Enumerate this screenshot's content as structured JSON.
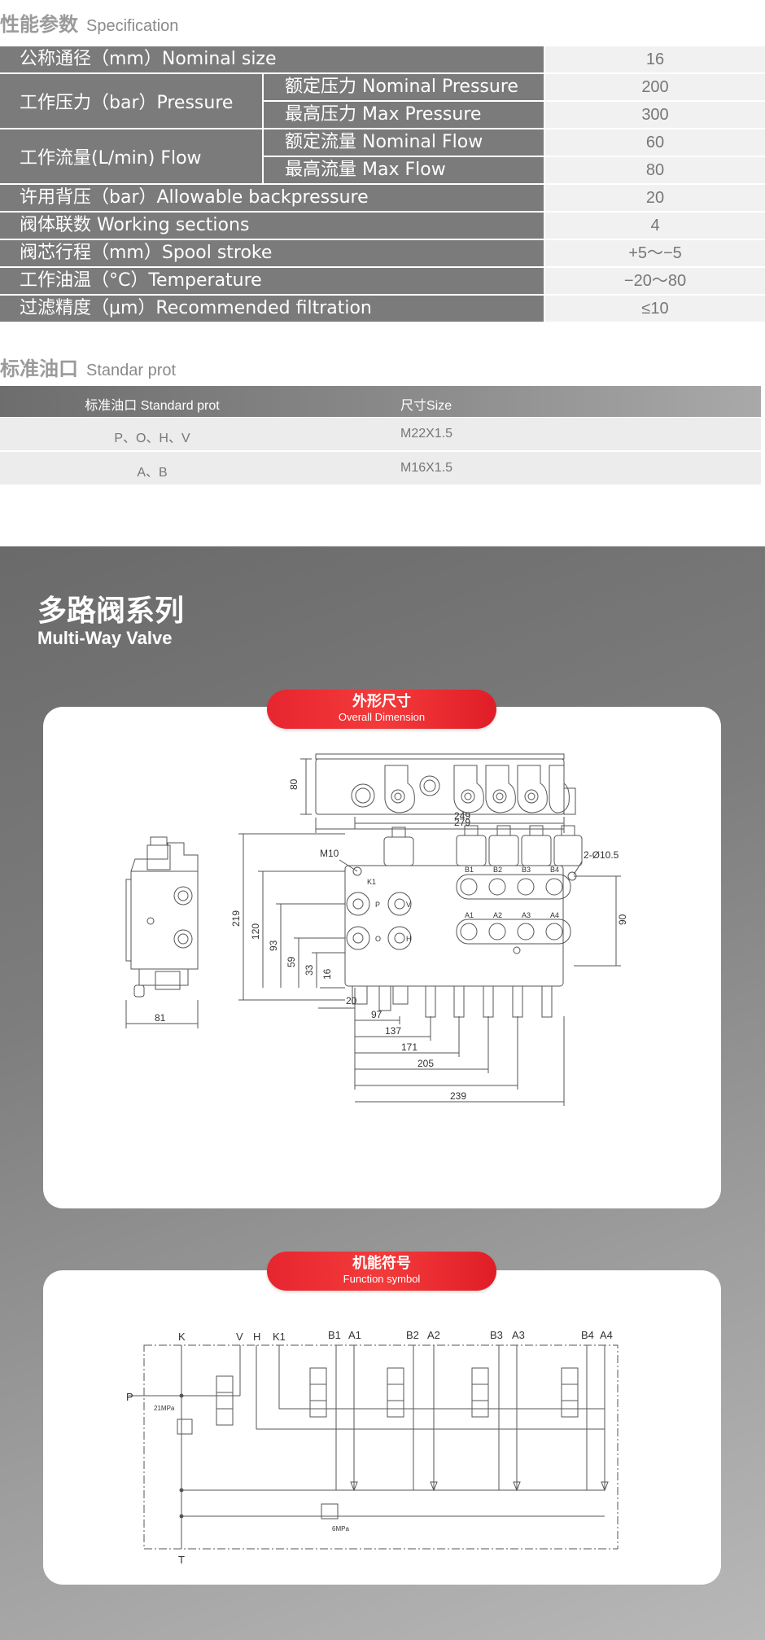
{
  "spec": {
    "title_zh": "性能参数",
    "title_en": "Specification",
    "nominal_size": {
      "label": "公称通径（mm）Nominal size",
      "value": "16"
    },
    "pressure": {
      "label": "工作压力（bar）Pressure",
      "rated": {
        "label": "额定压力 Nominal Pressure",
        "value": "200"
      },
      "max": {
        "label": "最高压力 Max Pressure",
        "value": "300"
      }
    },
    "flow": {
      "label": "工作流量(L/min) Flow",
      "rated": {
        "label": "额定流量 Nominal Flow",
        "value": "60"
      },
      "max": {
        "label": "最高流量 Max Flow",
        "value": "80"
      }
    },
    "backpressure": {
      "label": "许用背压（bar）Allowable backpressure",
      "value": "20"
    },
    "sections": {
      "label": "阀体联数 Working sections",
      "value": "4"
    },
    "stroke": {
      "label": "阀芯行程（mm）Spool stroke",
      "value": "+5～−5"
    },
    "temperature": {
      "label": "工作油温（°C）Temperature",
      "value": "−20～80"
    },
    "filtration": {
      "label": "过滤精度（μm）Recommended filtration",
      "value": "≤10"
    }
  },
  "ports": {
    "title_zh": "标准油口",
    "title_en": "Standar prot",
    "col1": "标准油口 Standard prot",
    "col2": "尺寸Size",
    "rows": [
      {
        "port": "P、O、H、V",
        "size": "M22X1.5"
      },
      {
        "port": "A、B",
        "size": "M16X1.5"
      }
    ]
  },
  "series": {
    "title_zh": "多路阀系列",
    "title_en": "Multi-Way Valve"
  },
  "dimension": {
    "title_zh": "外形尺寸",
    "title_en": "Overall Dimension",
    "labels": {
      "d80": "80",
      "d279": "279",
      "d249": "249",
      "m10": "M10",
      "hole": "2-Ø10.5",
      "d219": "219",
      "d120": "120",
      "d93": "93",
      "d59": "59",
      "d33": "33",
      "d16": "16",
      "d90": "90",
      "d81": "81",
      "d20": "20",
      "d97": "97",
      "d137": "137",
      "d171": "171",
      "d205": "205",
      "d239": "239",
      "k1": "K1",
      "p": "P",
      "v": "V",
      "o": "O",
      "h": "H",
      "b1": "B1",
      "b2": "B2",
      "b3": "B3",
      "b4": "B4",
      "a1": "A1",
      "a2": "A2",
      "a3": "A3",
      "a4": "A4"
    }
  },
  "function_symbol": {
    "title_zh": "机能符号",
    "title_en": "Function symbol",
    "labels": {
      "k": "K",
      "v": "V",
      "h": "H",
      "k1": "K1",
      "b1": "B1",
      "a1": "A1",
      "b2": "B2",
      "a2": "A2",
      "b3": "B3",
      "a3": "A3",
      "b4": "B4",
      "a4": "A4",
      "p": "P",
      "t": "T",
      "relief": "21MPa",
      "reducing": "6MPa"
    }
  }
}
